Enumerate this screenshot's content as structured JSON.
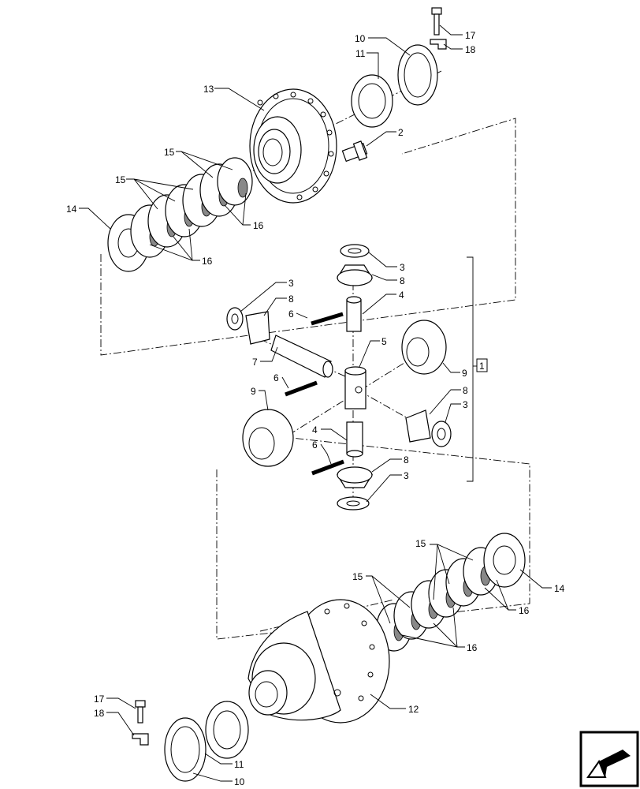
{
  "labels": {
    "l1": "1",
    "l2": "2",
    "l3a": "3",
    "l3b": "3",
    "l3c": "3",
    "l3d": "3",
    "l4a": "4",
    "l4b": "4",
    "l5": "5",
    "l6a": "6",
    "l6b": "6",
    "l6c": "6",
    "l7": "7",
    "l8a": "8",
    "l8b": "8",
    "l8c": "8",
    "l8d": "8",
    "l9a": "9",
    "l9b": "9",
    "l10a": "10",
    "l10b": "10",
    "l11a": "11",
    "l11b": "11",
    "l12": "12",
    "l13": "13",
    "l14a": "14",
    "l14b": "14",
    "l15a": "15",
    "l15b": "15",
    "l15c": "15",
    "l15d": "15",
    "l16a": "16",
    "l16b": "16",
    "l16c": "16",
    "l16d": "16",
    "l17a": "17",
    "l17b": "17",
    "l18a": "18",
    "l18b": "18"
  },
  "nav": {
    "icon": "arrow-nav-icon"
  }
}
